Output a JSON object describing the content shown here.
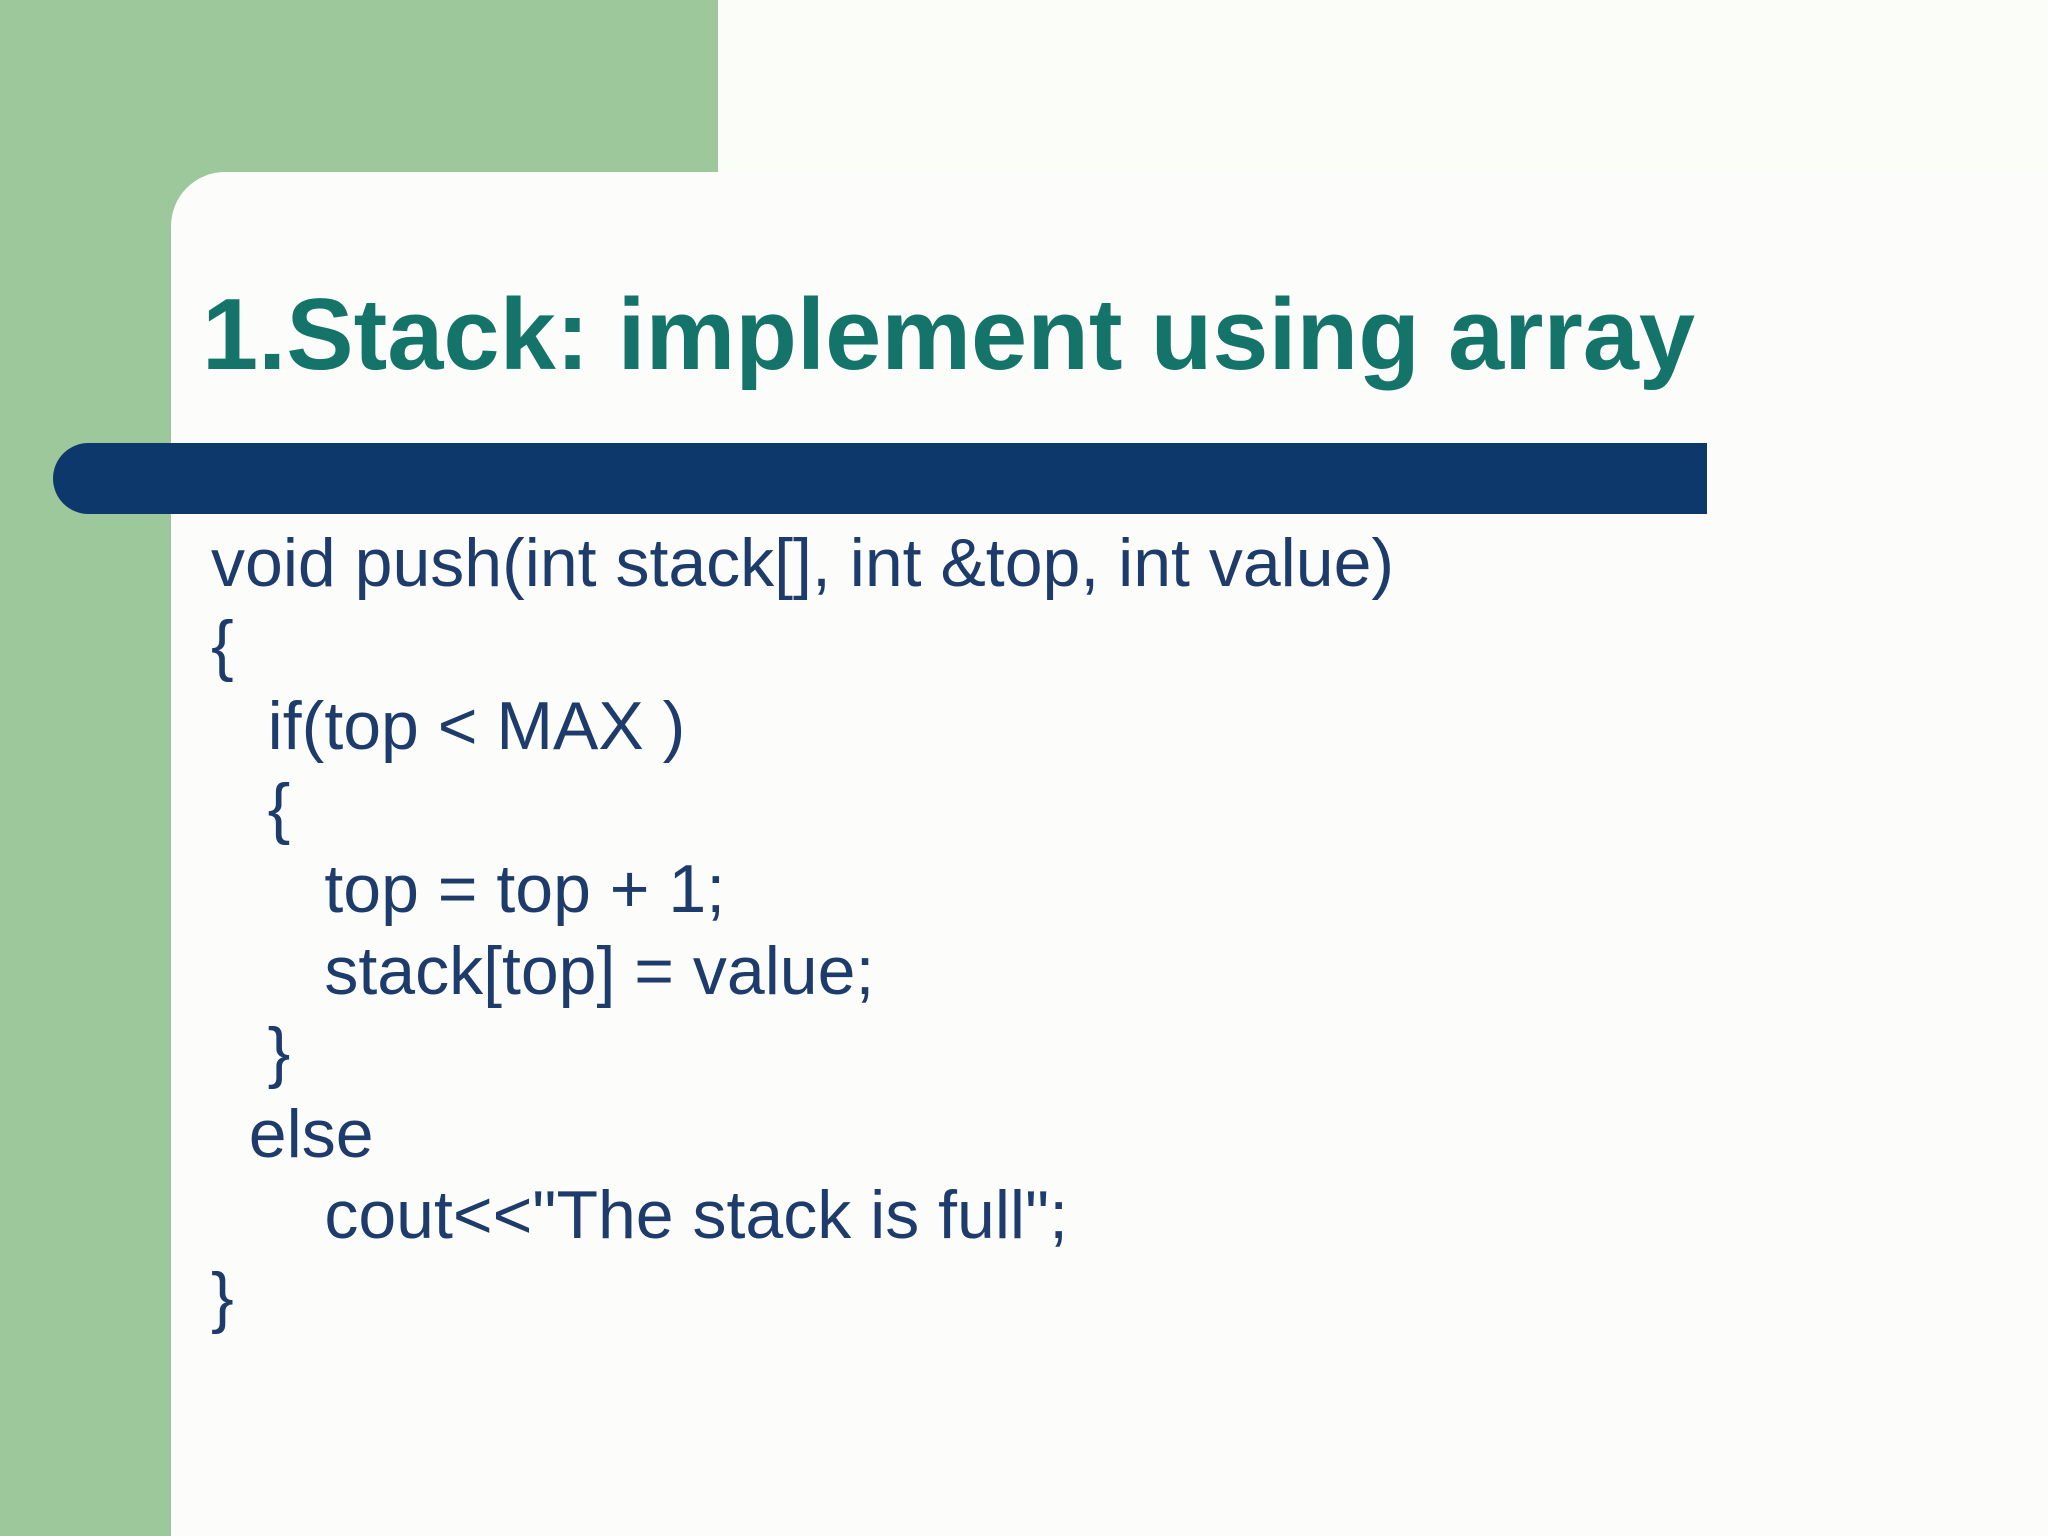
{
  "slide": {
    "title": "1.Stack: implement using array",
    "code_lines": [
      "void push(int stack[], int &top, int value)",
      "{",
      "   if(top < MAX )",
      "   {",
      "      top = top + 1;",
      "      stack[top] = value;",
      "   }",
      "  else",
      "      cout<<\"The stack is full\";",
      "}"
    ],
    "colors": {
      "green": "#9CC89B",
      "bar": "#0C386B",
      "title": "#15746A",
      "code": "#1E3C6B",
      "page-bg": "#FBFDF9",
      "panel-bg": "#FCFCFB"
    }
  }
}
